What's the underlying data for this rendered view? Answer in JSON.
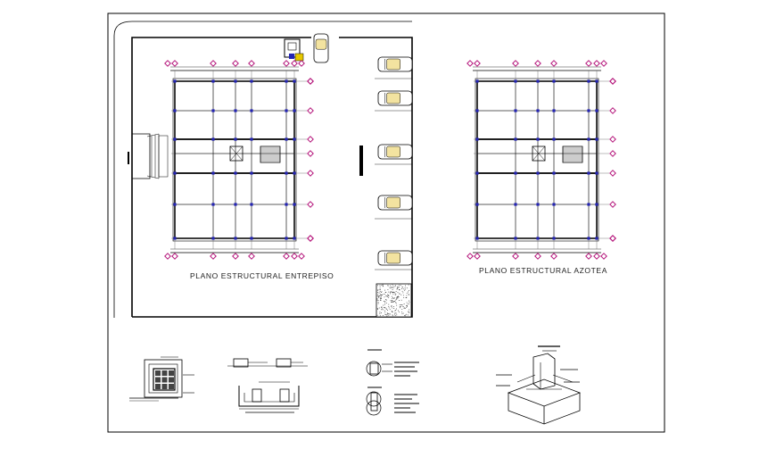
{
  "titles": {
    "plan_entrepiso": "PLANO ESTRUCTURAL ENTREPISO",
    "plan_azotea": "PLANO ESTRUCTURAL AZOTEA"
  },
  "colors": {
    "background": "#ffffff",
    "linework": "#000000",
    "gridlines": "#5a5a5a",
    "column_markers": "#2323b4",
    "axis_bubbles": "#b4147a",
    "guard_booth": "#e6c800"
  },
  "icons": {
    "car": "car-top-view",
    "stair": "stair-run",
    "landscape": "hatched-planter"
  }
}
